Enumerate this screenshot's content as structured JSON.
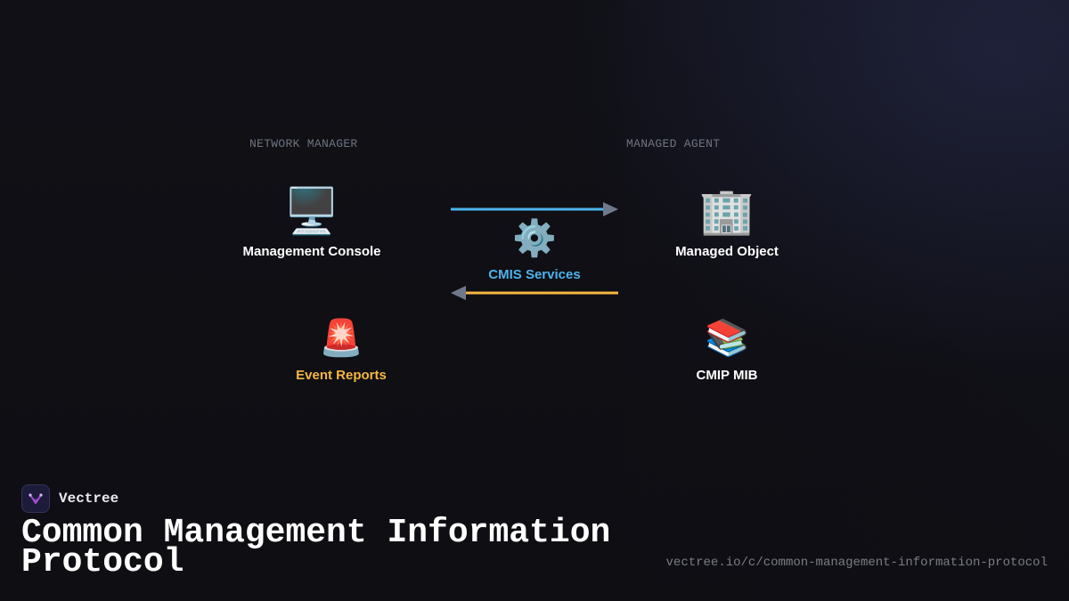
{
  "diagram": {
    "left_column_label": "NETWORK MANAGER",
    "right_column_label": "MANAGED AGENT",
    "nodes": {
      "management_console": {
        "icon": "desktop-computer-icon",
        "emoji": "🖥️",
        "label": "Management Console"
      },
      "managed_object": {
        "icon": "office-building-icon",
        "emoji": "🏢",
        "label": "Managed Object"
      },
      "cmis_services": {
        "icon": "gear-icon",
        "emoji": "⚙️",
        "label": "CMIS Services"
      },
      "event_reports": {
        "icon": "rotating-light-icon",
        "emoji": "🚨",
        "label": "Event Reports"
      },
      "cmip_mib": {
        "icon": "books-icon",
        "emoji": "📚",
        "label": "CMIP MIB"
      }
    },
    "arrows": {
      "request": {
        "direction": "right",
        "color": "#4db3ec"
      },
      "response": {
        "direction": "left",
        "color": "#f4b73f"
      }
    }
  },
  "brand": {
    "name": "Vectree",
    "icon": "vectree-logo-icon"
  },
  "title": "Common Management Information Protocol",
  "url": "vectree.io/c/common-management-information-protocol",
  "colors": {
    "background": "#0f0f14",
    "accent_blue": "#4db3ec",
    "accent_amber": "#f4b73f",
    "label_gray": "#6f7480",
    "arrowhead_gray": "#6e7a8c"
  }
}
